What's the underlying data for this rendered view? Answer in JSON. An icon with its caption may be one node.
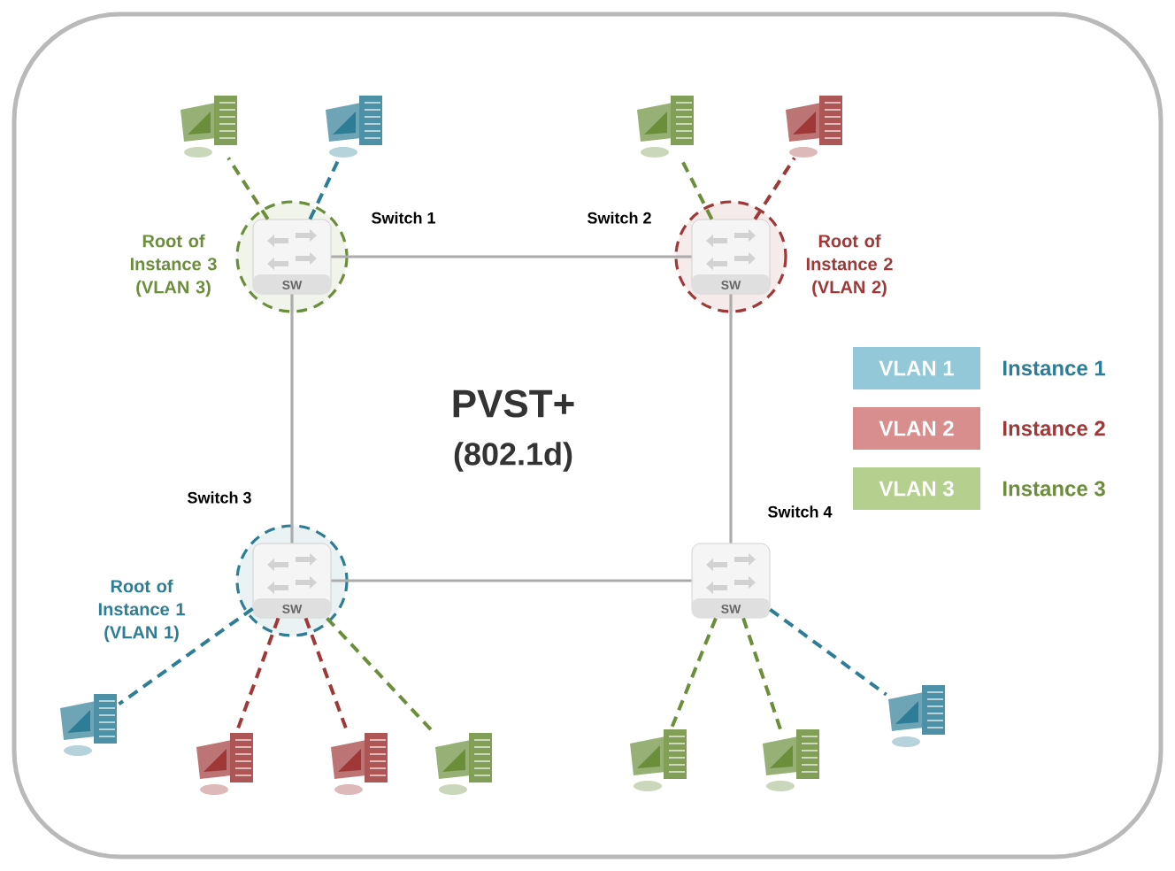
{
  "diagram": {
    "nodes": [
      {
        "text": [
          "SW"
        ],
        "beside": [
          "Switch 1",
          "Root of Instance 3 (VLAN 3)"
        ]
      },
      {
        "text": [
          "SW"
        ],
        "beside": [
          "Switch 2",
          "Root of Instance 2 (VLAN 2)"
        ]
      },
      {
        "text": [
          "SW"
        ],
        "beside": [
          "Switch 3",
          "Root of Instance 1 (VLAN 1)"
        ]
      },
      {
        "text": [
          "SW"
        ],
        "beside": [
          "Switch 4"
        ]
      },
      {
        "text": [],
        "shape": "picture"
      },
      {
        "text": [],
        "shape": "picture"
      },
      {
        "text": [],
        "shape": "picture"
      },
      {
        "text": [],
        "shape": "picture"
      },
      {
        "text": [],
        "shape": "picture"
      },
      {
        "text": [],
        "shape": "picture"
      },
      {
        "text": [],
        "shape": "picture"
      },
      {
        "text": [],
        "shape": "picture"
      },
      {
        "text": [],
        "shape": "picture"
      },
      {
        "text": [],
        "shape": "picture"
      },
      {
        "text": [],
        "shape": "picture"
      }
    ],
    "edges": [
      {
        "from": 0,
        "to": 1,
        "arrow": "none",
        "color": "#acacac"
      },
      {
        "from": 0,
        "to": 2,
        "arrow": "none",
        "color": "#acacac"
      },
      {
        "from": 1,
        "to": 3,
        "arrow": "none",
        "color": "#acacac"
      },
      {
        "from": 2,
        "to": 3,
        "arrow": "none",
        "color": "#acacac"
      },
      {
        "from": 0,
        "to": 4,
        "arrow": "none",
        "style": "dashed",
        "color": "#6b8e3a"
      },
      {
        "from": 0,
        "to": 5,
        "arrow": "none",
        "style": "dashed",
        "color": "#2e7d96"
      },
      {
        "from": 1,
        "to": 6,
        "arrow": "none",
        "style": "dashed",
        "color": "#6b8e3a"
      },
      {
        "from": 1,
        "to": 7,
        "arrow": "none",
        "style": "dashed",
        "color": "#a03838"
      },
      {
        "from": 2,
        "to": 8,
        "arrow": "none",
        "style": "dashed",
        "color": "#2e7d96"
      },
      {
        "from": 2,
        "to": 9,
        "arrow": "none",
        "style": "dashed",
        "color": "#a03838"
      },
      {
        "from": 2,
        "to": 10,
        "arrow": "none",
        "style": "dashed",
        "color": "#a03838"
      },
      {
        "from": 2,
        "to": 11,
        "arrow": "none",
        "style": "dashed",
        "color": "#6b8e3a"
      },
      {
        "from": 3,
        "to": 12,
        "arrow": "none",
        "style": "dashed",
        "color": "#6b8e3a"
      },
      {
        "from": 3,
        "to": 13,
        "arrow": "none",
        "style": "dashed",
        "color": "#6b8e3a"
      },
      {
        "from": 3,
        "to": 14,
        "arrow": "none",
        "style": "dashed",
        "color": "#2e7d96"
      }
    ],
    "labels": [
      "PVST+",
      "(802.1d)",
      "Instance 1",
      "Instance 2",
      "Instance 3"
    ],
    "legend": [
      {
        "text": "VLAN 1",
        "color": "#93c8d8"
      },
      {
        "text": "VLAN 2",
        "color": "#d98e8e"
      },
      {
        "text": "VLAN 3",
        "color": "#b5cf8e"
      }
    ]
  }
}
